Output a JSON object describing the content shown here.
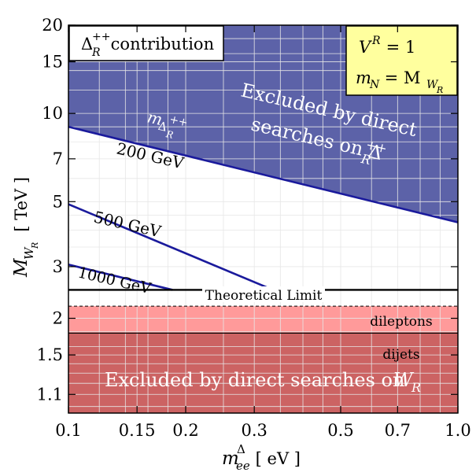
{
  "chart_data": {
    "type": "line",
    "xscale": "log",
    "yscale": "log",
    "xlim": [
      0.1,
      1.0
    ],
    "ylim": [
      0.95,
      20
    ],
    "x_ticks": [
      "0.1",
      "0.15",
      "0.2",
      "0.3",
      "0.5",
      "0.7",
      "1.0"
    ],
    "x_tick_values": [
      0.1,
      0.15,
      0.2,
      0.3,
      0.5,
      0.7,
      1.0
    ],
    "y_ticks": [
      "1.1",
      "1.5",
      "2",
      "3",
      "5",
      "7",
      "10",
      "15",
      "20"
    ],
    "y_tick_values": [
      1.1,
      1.5,
      2,
      3,
      5,
      7,
      10,
      15,
      20
    ],
    "xlabel_main": "m",
    "xlabel_sub": "ee",
    "xlabel_sup": "Δ",
    "xlabel_unit": " [ eV ]",
    "ylabel_main": "M",
    "ylabel_sub": "W",
    "ylabel_subsub": "R",
    "ylabel_unit": "  [ TeV ]",
    "box_left": {
      "main": "Δ",
      "sup": "++",
      "sub": "R",
      "rest": " contribution"
    },
    "box_right": {
      "line1_main": "V",
      "line1_sup": "R",
      "line1_rest": " = 1",
      "line2_main": "m",
      "line2_sub": "N",
      "line2_mid": " = M",
      "line2_sub2": "W",
      "line2_subsub": "R"
    },
    "regions": {
      "delta_excluded": {
        "line1": "Excluded by direct",
        "line2_prefix": "searches on Δ",
        "line2_sup": "++",
        "line2_sub": "R",
        "color": "#5c62a8"
      },
      "dileptons": {
        "label": "dileptons",
        "y_range": [
          1.78,
          2.2
        ],
        "color": "#ff9a9a"
      },
      "dijets": {
        "label": "dijets",
        "y_range": [
          0.95,
          1.78
        ],
        "color": "#cc6363"
      },
      "wr_excluded": {
        "label_prefix": "Excluded by direct searches on ",
        "label_main": "W",
        "label_sub": "R"
      },
      "theoretical_limit": {
        "label": "Theoretical Limit",
        "y": 2.5
      }
    },
    "series_label_main": "m",
    "series_label_sub": "Δ",
    "series_label_sup": "++",
    "series_label_subsub": "R",
    "series": [
      {
        "name": "200 GeV",
        "x": [
          0.1,
          1.0
        ],
        "y": [
          9.0,
          4.25
        ]
      },
      {
        "name": "500 GeV",
        "x": [
          0.1,
          0.335
        ],
        "y": [
          4.9,
          2.5
        ]
      },
      {
        "name": "1000 GeV",
        "x": [
          0.1,
          0.185
        ],
        "y": [
          3.05,
          2.5
        ]
      }
    ],
    "colors": {
      "curve": "#1a1a9c",
      "grid": "#e6e6e6"
    }
  }
}
